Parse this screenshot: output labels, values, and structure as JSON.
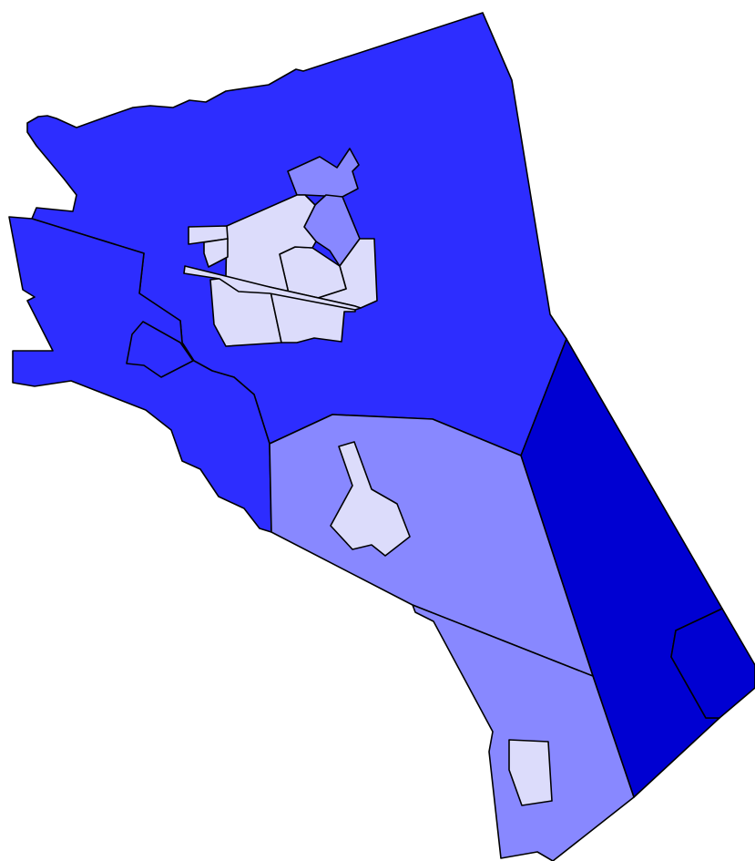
{
  "map": {
    "colors": {
      "medium-blue": "#2d2dff",
      "dark-blue": "#0000d2",
      "light-blue": "#8888ff",
      "pale-blue": "#dcdcfb",
      "border": "#000000",
      "background": "#ffffff"
    },
    "regions": [
      {
        "name": "region-north-large",
        "level": "medium-blue"
      },
      {
        "name": "region-west",
        "level": "medium-blue"
      },
      {
        "name": "region-east",
        "level": "dark-blue"
      },
      {
        "name": "region-east-tip",
        "level": "dark-blue"
      },
      {
        "name": "region-central",
        "level": "light-blue"
      },
      {
        "name": "region-south",
        "level": "light-blue"
      },
      {
        "name": "region-west-enclave",
        "level": "medium-blue"
      },
      {
        "name": "region-center-lake",
        "level": "pale-blue"
      },
      {
        "name": "region-south-lake",
        "level": "pale-blue"
      },
      {
        "name": "region-urban-north",
        "level": "light-blue"
      },
      {
        "name": "region-urban-northeast",
        "level": "light-blue"
      },
      {
        "name": "region-urban-east",
        "level": "pale-blue"
      },
      {
        "name": "region-urban-center",
        "level": "pale-blue"
      },
      {
        "name": "region-urban-west",
        "level": "pale-blue"
      },
      {
        "name": "region-urban-southwest",
        "level": "pale-blue"
      },
      {
        "name": "region-urban-southeast",
        "level": "pale-blue"
      },
      {
        "name": "region-urban-strip",
        "level": "pale-blue"
      },
      {
        "name": "region-urban-small-west",
        "level": "pale-blue"
      },
      {
        "name": "region-urban-small-west-2",
        "level": "pale-blue"
      }
    ]
  }
}
